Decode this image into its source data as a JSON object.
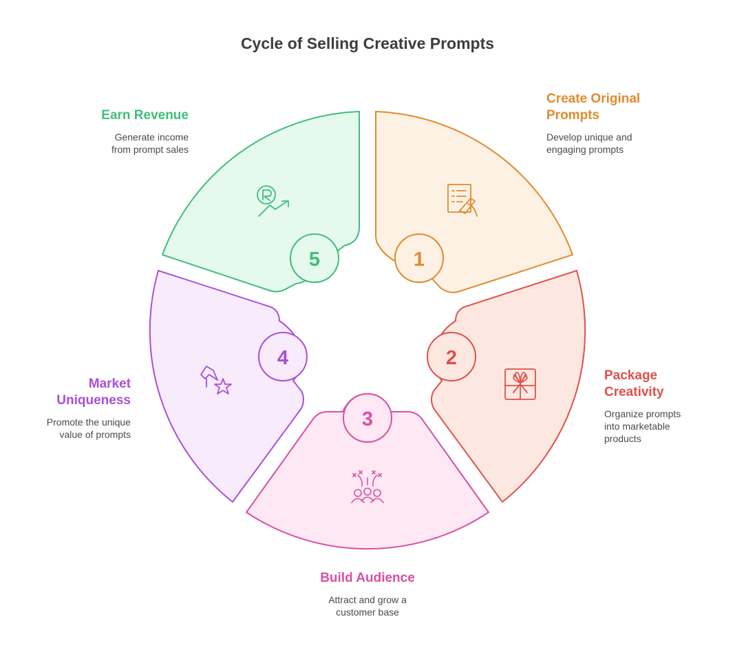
{
  "title": "Cycle of Selling Creative Prompts",
  "stages": [
    {
      "number": "1",
      "title_line1": "Create Original",
      "title_line2": "Prompts",
      "desc_line1": "Develop unique and",
      "desc_line2": "engaging prompts",
      "icon": "prompt-writing-icon",
      "color": "#e08a2e",
      "fill": "#fdf1e4"
    },
    {
      "number": "2",
      "title_line1": "Package",
      "title_line2": "Creativity",
      "desc_line1": "Organize prompts",
      "desc_line2": "into marketable",
      "desc_line3": "products",
      "icon": "gift-box-icon",
      "color": "#e0504a",
      "fill": "#fde8e1"
    },
    {
      "number": "3",
      "title_line1": "Build Audience",
      "desc_line1": "Attract and grow a",
      "desc_line2": "customer base",
      "icon": "audience-icon",
      "color": "#d94fa3",
      "fill": "#fde8f3"
    },
    {
      "number": "4",
      "title_line1": "Market",
      "title_line2": "Uniqueness",
      "desc_line1": "Promote the unique",
      "desc_line2": "value of prompts",
      "icon": "megaphone-star-icon",
      "color": "#a94fd9",
      "fill": "#f8ebfc"
    },
    {
      "number": "5",
      "title_line1": "Earn Revenue",
      "desc_line1": "Generate income",
      "desc_line2": "from prompt sales",
      "icon": "revenue-growth-icon",
      "color": "#3cbf7a",
      "fill": "#e6f9ee"
    }
  ]
}
